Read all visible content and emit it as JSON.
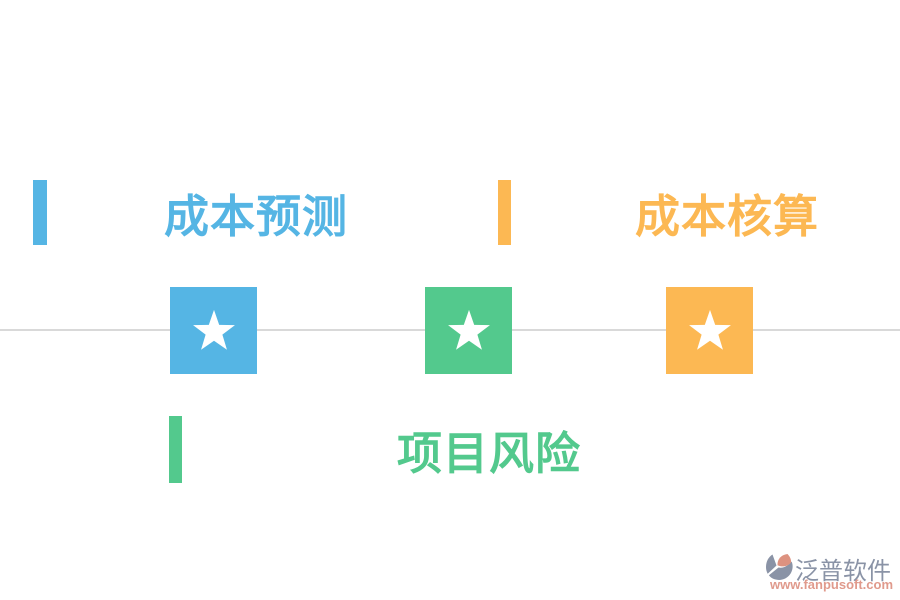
{
  "page": {
    "background": "#ffffff"
  },
  "labels": [
    {
      "id": "cost-forecast",
      "text": "成本预测",
      "color": "#55b5e4"
    },
    {
      "id": "cost-accounting",
      "text": "成本核算",
      "color": "#fcb853"
    },
    {
      "id": "project-risk",
      "text": "项目风险",
      "color": "#53c98d"
    }
  ],
  "timeline": {
    "line_color": "#d9d9d9",
    "star_icon": "star",
    "star_color": "#ffffff",
    "node_colors": [
      "#55b5e4",
      "#53c98d",
      "#fcb853"
    ]
  },
  "watermark": {
    "brand": "泛普软件",
    "url": "www.fanpusoft.com",
    "brand_color": "#8a93a6",
    "url_color": "#e09a8c",
    "icon_gray": "#8a93a6",
    "icon_salmon": "#dd9280"
  }
}
